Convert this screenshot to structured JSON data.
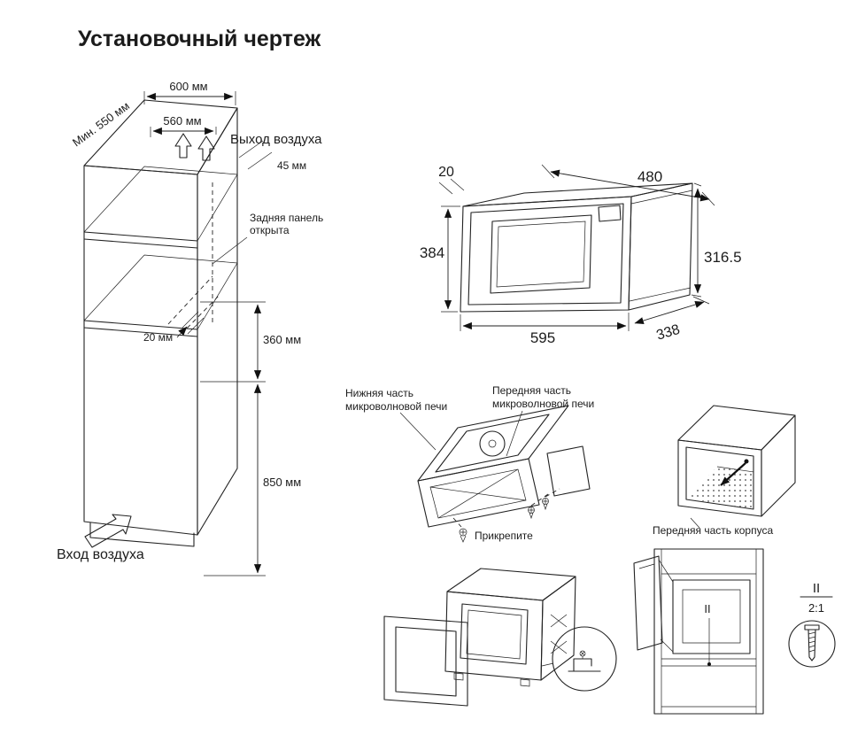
{
  "title": "Установочный чертеж",
  "cabinet": {
    "dim_width_top": "600 мм",
    "dim_depth_min": "Мин. 550 мм",
    "dim_inner_width": "560 мм",
    "label_air_outlet": "Выход воздуха",
    "dim_gap_top": "45 мм",
    "label_back_panel_1": "Задняя панель",
    "label_back_panel_2": "открыта",
    "dim_shelf_gap": "20 мм",
    "dim_niche_height": "360 мм",
    "dim_bottom_height": "850 мм",
    "label_air_inlet": "Вход воздуха"
  },
  "oven_front_view": {
    "dim_frame_offset": "20",
    "dim_depth_top": "480",
    "dim_height_front": "384",
    "dim_height_side": "316.5",
    "dim_width_front": "595",
    "dim_depth_bottom": "338"
  },
  "assembly_views": {
    "label_bottom_part_1": "Нижняя часть",
    "label_bottom_part_2": "микроволновой печи",
    "label_front_part_1": "Передняя часть",
    "label_front_part_2": "микроволновой печи",
    "label_attach": "Прикрепите",
    "label_housing_front": "Передняя часть корпуса",
    "detail_ref": "II"
  },
  "detail_view": {
    "ref": "II",
    "scale": "2:1"
  },
  "colors": {
    "ink": "#1c1c1c",
    "background": "#ffffff"
  }
}
